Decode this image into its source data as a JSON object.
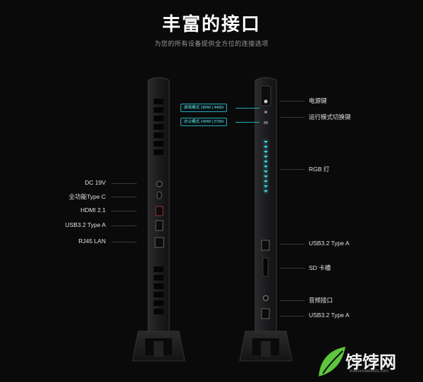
{
  "heading": {
    "title": "丰富的接口",
    "subtitle": "为您的所有设备提供全方位的连接选项"
  },
  "left_ports": [
    {
      "label": "DC 19V"
    },
    {
      "label": "全功能Type C"
    },
    {
      "label": "HDMI 2.1"
    },
    {
      "label": "USB3.2 Type A"
    },
    {
      "label": "RJ45 LAN"
    }
  ],
  "right_ports": [
    {
      "label": "电源键"
    },
    {
      "label": "运行模式切换键"
    },
    {
      "label": "RGB 灯"
    },
    {
      "label": "USB3.2 Type A"
    },
    {
      "label": "SD 卡槽"
    },
    {
      "label": "音频接口"
    },
    {
      "label": "USB3.2 Type A"
    }
  ],
  "modes": {
    "game": "游戏模式 180W | 4400r",
    "office": "办公模式 140W | 2700r"
  },
  "colors": {
    "accent": "#2aa9b6",
    "rgb_glow": "#3fe0ea",
    "watermark_green": "#5cc63c"
  },
  "watermark": {
    "text": "饽饽网",
    "url": "bobosnowboots.com"
  }
}
